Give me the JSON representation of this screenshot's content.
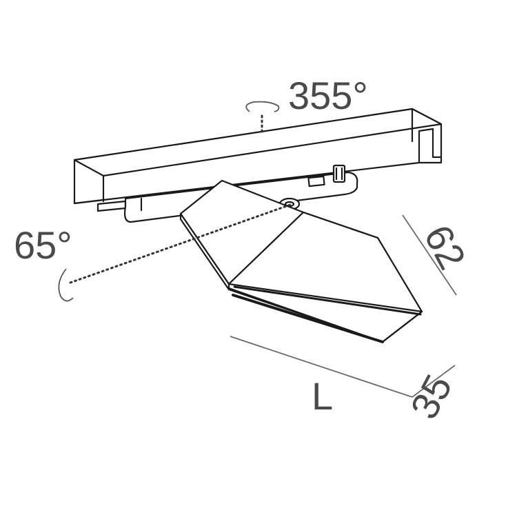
{
  "diagram": {
    "labels": {
      "rotation_vertical": "355°",
      "tilt_angle": "65°",
      "height": "62",
      "width": "35",
      "length": "L"
    },
    "colors": {
      "line": "#1a1a1a",
      "dimension": "#6a6a6a",
      "text": "#4a4a4a"
    }
  }
}
